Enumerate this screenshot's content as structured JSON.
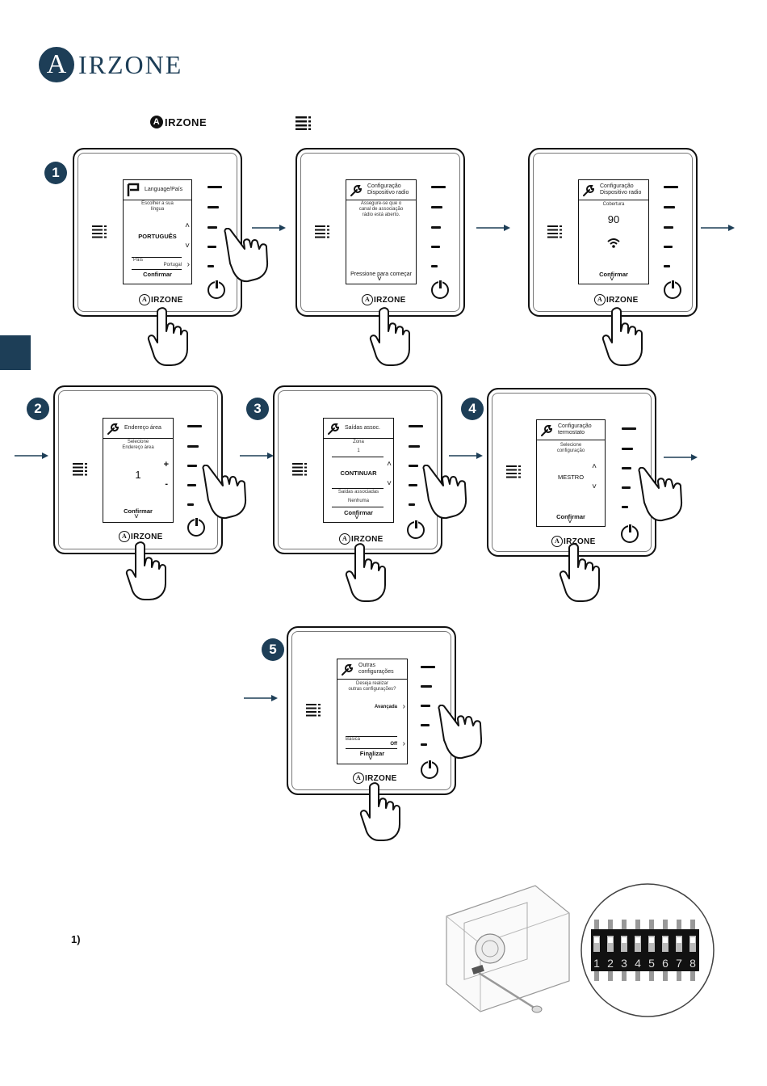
{
  "brand": {
    "logo_letter": "A",
    "logo_text": "IRZONE",
    "mini_text": "IRZONE"
  },
  "colors": {
    "brand": "#1d3e57"
  },
  "steps": {
    "s1": "1",
    "s2": "2",
    "s3": "3",
    "s4": "4",
    "s5": "5"
  },
  "screens": {
    "lang": {
      "title": "Language/País",
      "line1": "Escolher a sua",
      "line2": "língua",
      "value": "PORTUGUÊS",
      "country_label": "País",
      "country_value": "Portugal",
      "confirm": "Confirmar"
    },
    "radio": {
      "title1": "Configuração",
      "title2": "Dispositivo radio",
      "line1": "Assegure-se que o",
      "line2": "canal de associação",
      "line3": "rádio está aberto.",
      "press": "Pressione para começar"
    },
    "coverage": {
      "title1": "Configuração",
      "title2": "Dispositivo radio",
      "label": "Cobertura",
      "value": "90",
      "confirm": "Confirmar"
    },
    "address": {
      "title": "Endereço área",
      "line1": "Selecione",
      "line2": "Endereço área",
      "value": "1",
      "plus": "+",
      "minus": "-",
      "confirm": "Confirmar"
    },
    "outputs": {
      "title": "Saídas assoc.",
      "zone_label": "Zona",
      "zone_value": "1",
      "value": "CONTINUAR",
      "assoc_label": "Saídas associadas",
      "assoc_value": "Nenhuma",
      "confirm": "Confirmar"
    },
    "thermo": {
      "title1": "Configuração",
      "title2": "termostato",
      "line1": "Selecione",
      "line2": "configuração",
      "value": "MESTRO",
      "confirm": "Confirmar"
    },
    "other": {
      "title1": "Outras",
      "title2": "configurações",
      "line1": "Deseja realizar",
      "line2": "outras configurações?",
      "advanced": "Avançada",
      "basic": "Básica",
      "off": "Off",
      "finish": "Finalizar"
    }
  },
  "footer": {
    "step_label": "1)",
    "dip_numbers": [
      "1",
      "2",
      "3",
      "4",
      "5",
      "6",
      "7",
      "8"
    ]
  }
}
